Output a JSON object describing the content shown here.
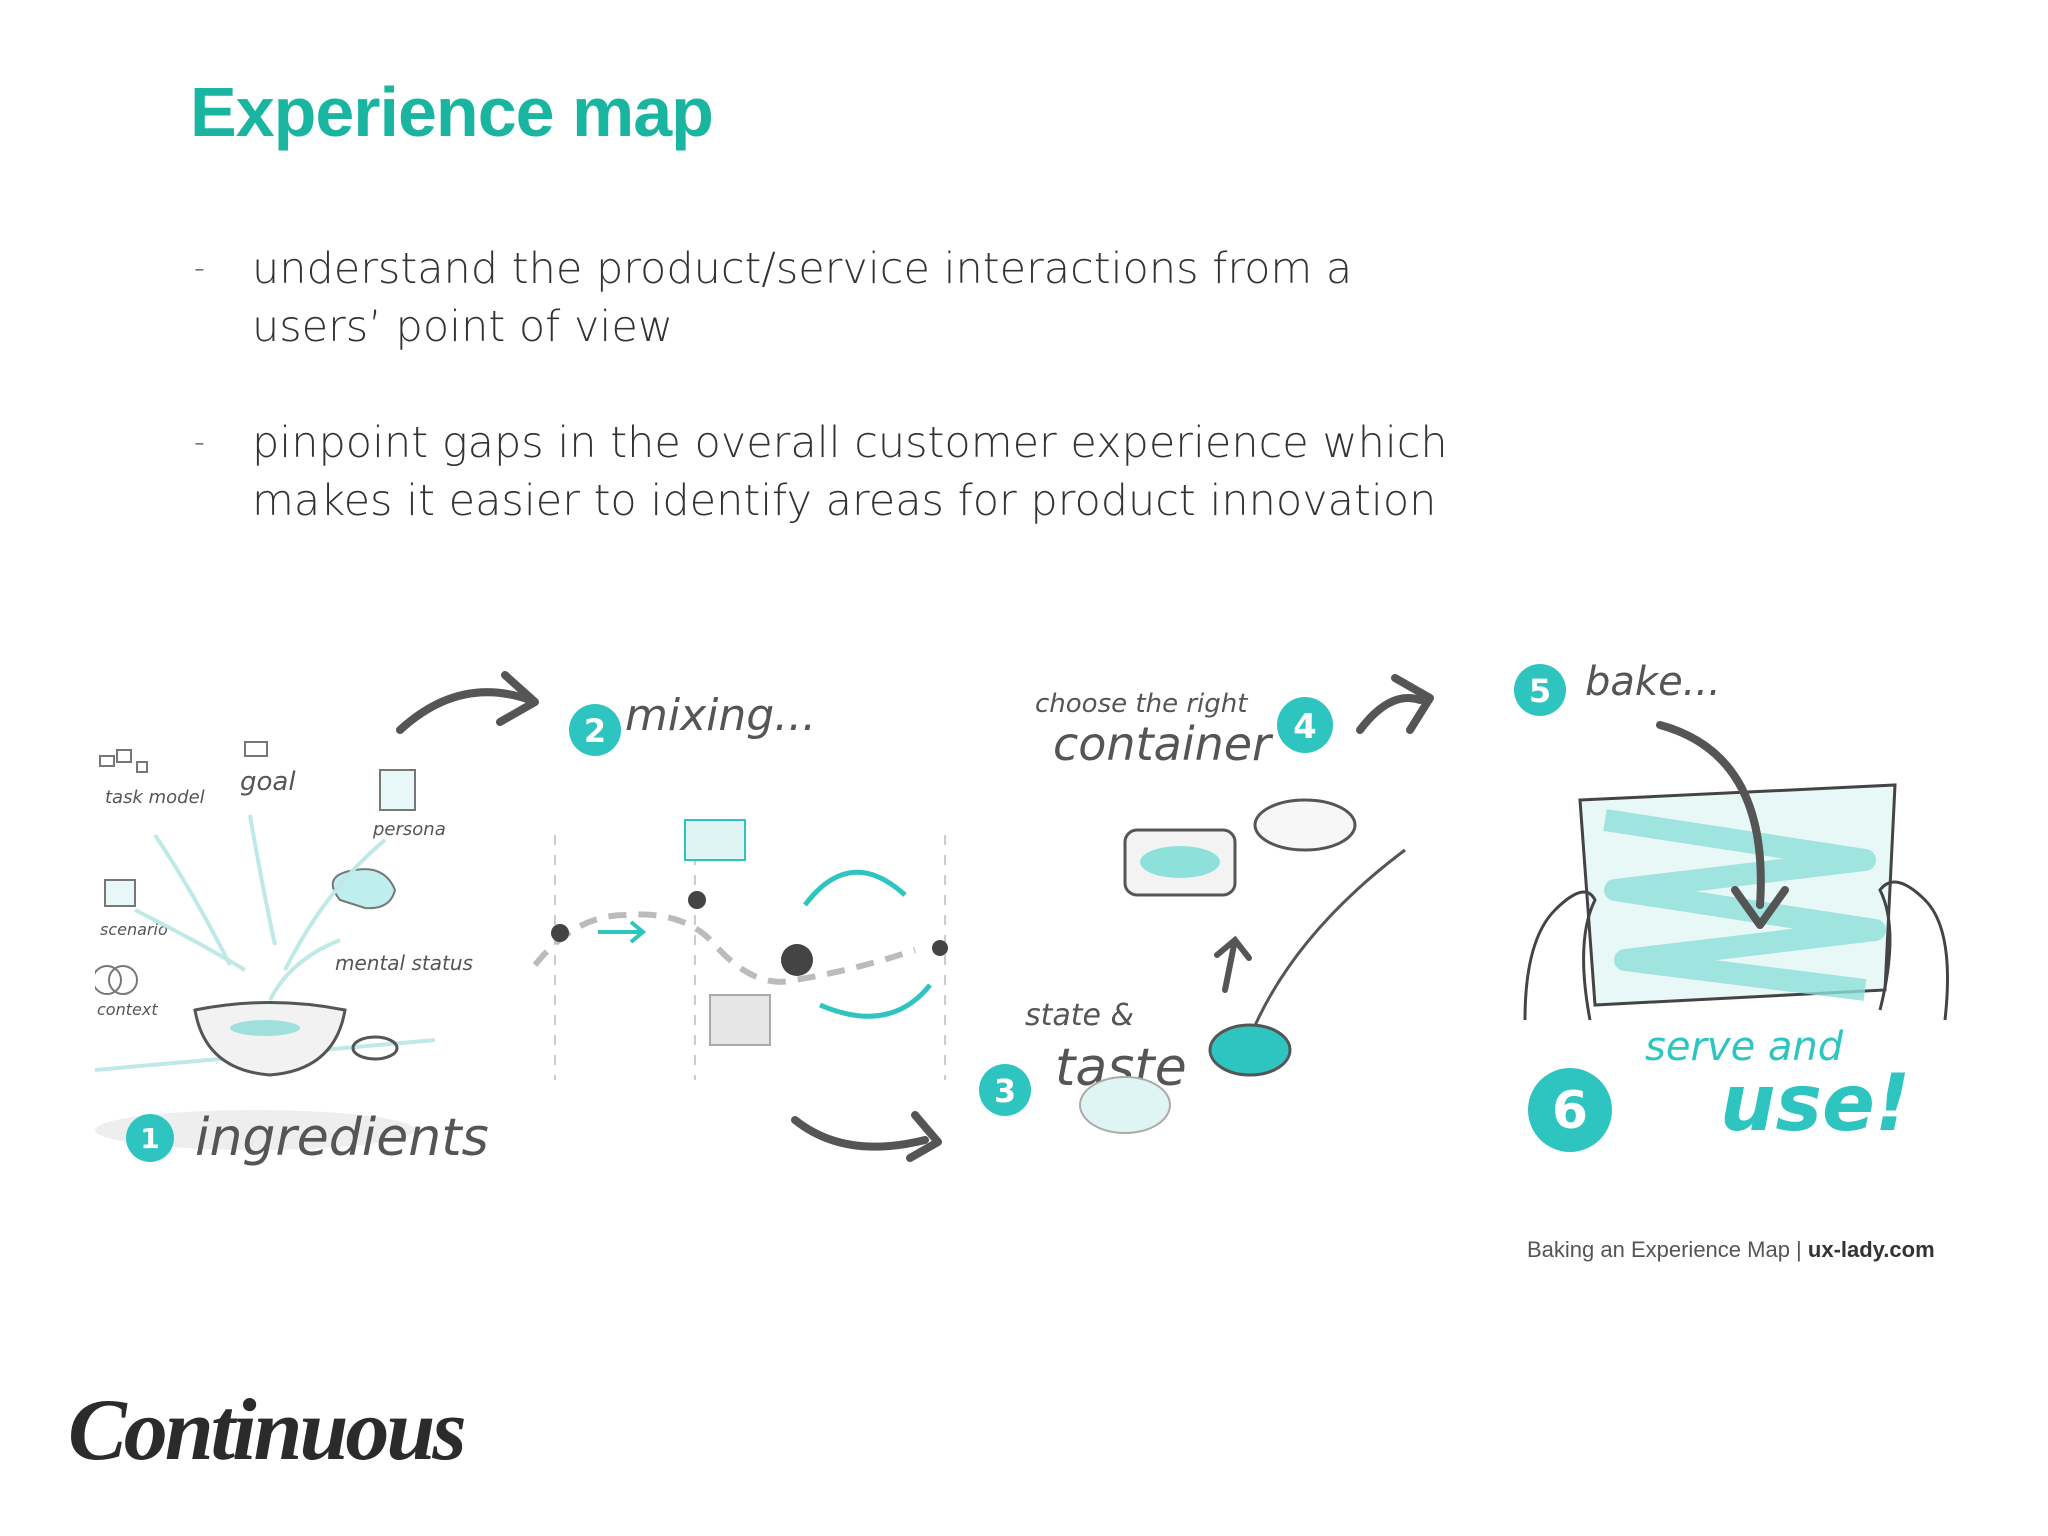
{
  "title": "Experience map",
  "bullets": [
    "understand the product/service interactions from a users’ point of view",
    "pinpoint gaps in the overall customer experience which makes it easier to identify areas for product innovation"
  ],
  "bullet_marker": "-",
  "illustration": {
    "step1": {
      "number": "1",
      "label": "ingredients"
    },
    "step2": {
      "number": "2",
      "label": "mixing..."
    },
    "step3": {
      "number": "3",
      "label": "taste",
      "prefix": "state &"
    },
    "step4": {
      "number": "4",
      "label": "container",
      "prefix": "choose the right"
    },
    "step5": {
      "number": "5",
      "label": "bake..."
    },
    "step6": {
      "number": "6",
      "label": "use!",
      "prefix": "serve and"
    },
    "ingredients": [
      "task model",
      "goal",
      "persona",
      "scenario",
      "mental status",
      "context"
    ],
    "accent_color": "#2ec4c0"
  },
  "credit": {
    "text": "Baking an Experience Map | ",
    "site": "ux-lady.com"
  },
  "logo": "Continuous",
  "colors": {
    "title": "#1ab5a0",
    "accent": "#2ec4c0",
    "ink": "#555555"
  }
}
